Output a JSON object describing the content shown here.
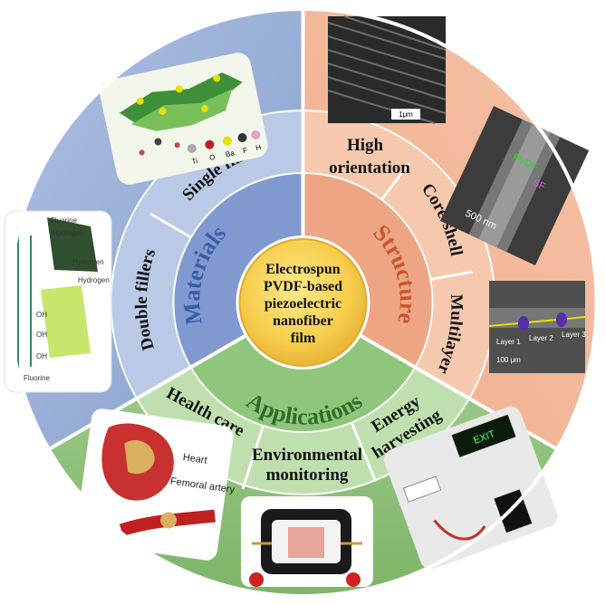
{
  "center": {
    "lines": [
      "Electrospun",
      "PVDF-based",
      "piezoelectric",
      "nanofiber",
      "film"
    ]
  },
  "categories": {
    "materials": {
      "label": "Materials",
      "color_outer": "#8fa8d2",
      "color_inner": "#7b98cf",
      "text_color": "#3b5ea8",
      "segments": [
        "Single filler",
        "Double fillers"
      ]
    },
    "structure": {
      "label": "Structure",
      "color_outer": "#f2b596",
      "color_inner": "#eea585",
      "text_color": "#c8572a",
      "segments": [
        "High",
        "orientation",
        "Core-shell",
        "Multilayer"
      ]
    },
    "applications": {
      "label": "Applications",
      "color_outer": "#8fc47a",
      "color_inner": "#9fd08a",
      "text_color": "#2f6e2a",
      "segments": [
        "Health care",
        "Environmental",
        "monitoring",
        "Energy",
        "harvesting"
      ]
    }
  },
  "images": {
    "sem_scale": "1μm",
    "core_shell_labels": [
      "PVDF",
      "SF"
    ],
    "core_shell_scale": "500 nm",
    "multilayer_scale": "100 μm",
    "multilayer_layers": [
      "Layer 1",
      "Layer 2",
      "Layer 3"
    ],
    "heart_labels": [
      "Heart",
      "Femoral artery"
    ],
    "molecule_labels": [
      "Fluorine",
      "Hydrogen",
      "Hydrogen",
      "Fluorine",
      "Hydrogen",
      "OH",
      "OH",
      "OH"
    ],
    "single_filler_legend": [
      "Ti",
      "O",
      "Ba",
      "F",
      "H"
    ],
    "display_text": "EXIT"
  }
}
